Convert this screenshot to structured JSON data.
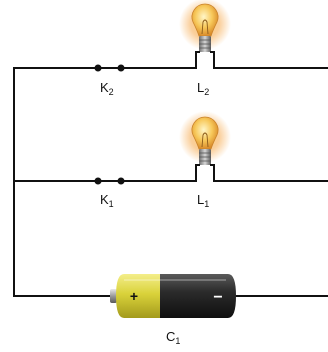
{
  "diagram": {
    "components": {
      "k2": {
        "letter": "K",
        "index": "2"
      },
      "l2": {
        "letter": "L",
        "index": "2"
      },
      "k1": {
        "letter": "K",
        "index": "1"
      },
      "l1": {
        "letter": "L",
        "index": "1"
      },
      "c1": {
        "letter": "C",
        "index": "1"
      }
    },
    "battery": {
      "positive_sign": "+",
      "negative_sign": "−"
    }
  },
  "colors": {
    "wire": "#111111",
    "battery_positive": "#d9d23a",
    "battery_body": "#2b2b2b",
    "bulb_glow": "#f6b04a",
    "bulb_glass": "#f2c25a"
  }
}
